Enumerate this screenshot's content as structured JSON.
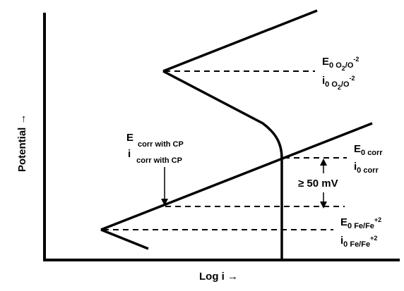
{
  "axes": {
    "x_label": "Log i →",
    "y_label": "Potential →"
  },
  "labels": {
    "o2": {
      "E_main": "E",
      "E_sub": "0 O",
      "E_sub2": "2",
      "E_sub3": "/O",
      "E_sup": "-2",
      "i_main": "i",
      "i_sub": "0 O",
      "i_sub2": "2",
      "i_sub3": "/O",
      "i_sup": "-2"
    },
    "corr": {
      "E_main": "E",
      "E_sub": "0 corr",
      "i_main": "i",
      "i_sub": "0 corr"
    },
    "fe": {
      "E_main": "E",
      "E_sub": "0 Fe/Fe",
      "E_sup": "+2",
      "i_main": "i",
      "i_sub": "0 Fe/Fe",
      "i_sup": "+2"
    },
    "cp": {
      "E_main": "E",
      "E_sub": "corr with CP",
      "i_main": "i",
      "i_sub": "corr with CP"
    },
    "delta": "≥ 50 mV"
  },
  "colors": {
    "line": "#000000",
    "background": "#ffffff"
  }
}
